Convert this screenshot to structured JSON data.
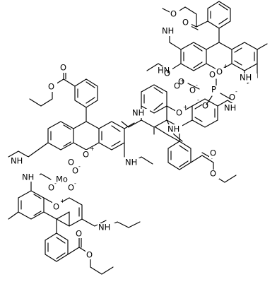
{
  "labels": {
    "O": "O",
    "NH": "NH",
    "HN": "HN",
    "O_plus": "O",
    "O_minus": "O",
    "Mo": "Mo",
    "P": "P",
    "plus": "+",
    "minus": "-"
  }
}
